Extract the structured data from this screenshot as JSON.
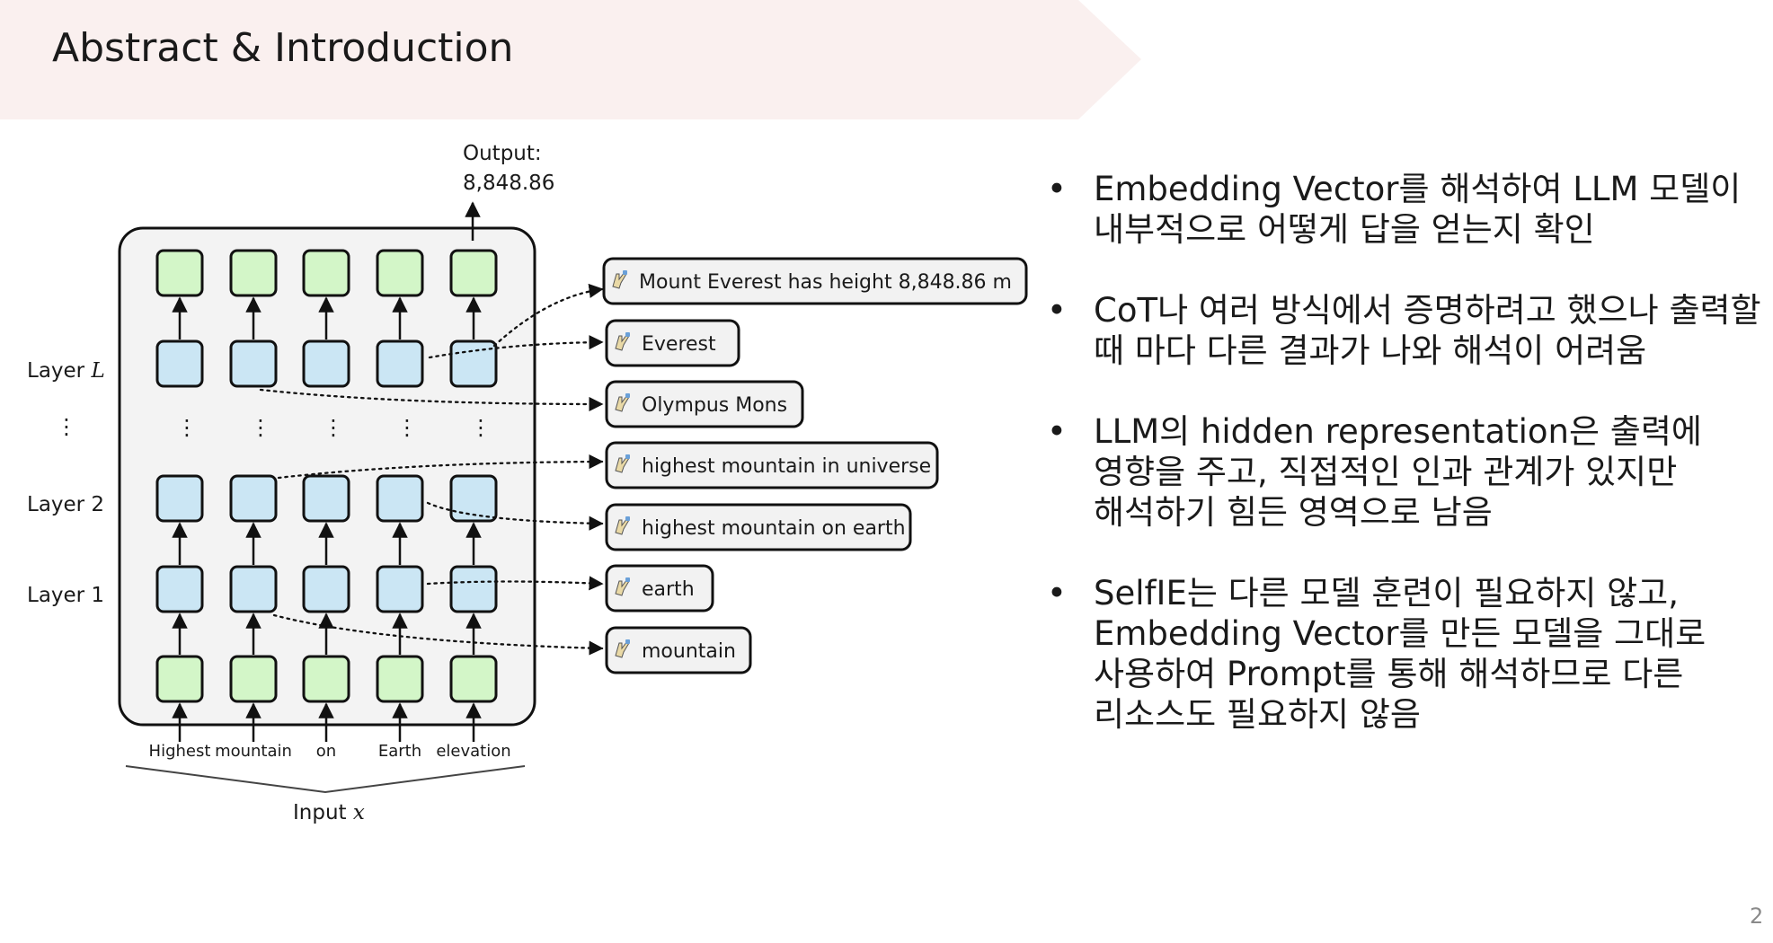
{
  "slide": {
    "title": "Abstract & Introduction",
    "page_number": "2",
    "header_color": "#faf0ef"
  },
  "diagram": {
    "output_label_line1": "Output:",
    "output_label_line2": "8,848.86",
    "layer_labels": {
      "layer_L_prefix": "Layer ",
      "layer_L_var": "L",
      "ellipsis": "⋮",
      "layer_2": "Layer 2",
      "layer_1": "Layer 1"
    },
    "input_tokens": [
      "Highest",
      "mountain",
      "on",
      "Earth",
      "elevation"
    ],
    "input_label_prefix": "Input ",
    "input_label_var": "x",
    "interpretations": [
      "Mount Everest has height 8,848.86 m",
      "Everest",
      "Olympus Mons",
      "highest mountain in universe",
      "highest mountain on earth",
      "earth",
      "mountain"
    ],
    "colors": {
      "embedding_node": "#d3f6c8",
      "hidden_node": "#cbe6f4",
      "model_box": "#f3f3f3",
      "label_box": "#f2f2f2"
    },
    "label_icon": "llama-icon"
  },
  "bullets": [
    [
      "Embedding Vector를 해석하여 LLM 모델이",
      "내부적으로 어떻게 답을 얻는지 확인"
    ],
    [
      "CoT나 여러 방식에서 증명하려고 했으나 출력할",
      "때 마다 다른 결과가 나와 해석이 어려움"
    ],
    [
      "LLM의 hidden representation은 출력에",
      "영향을 주고, 직접적인 인과 관계가 있지만",
      "해석하기 힘든 영역으로 남음"
    ],
    [
      "SelfIE는 다른 모델 훈련이 필요하지 않고,",
      "Embedding Vector를 만든 모델을 그대로",
      "사용하여 Prompt를 통해 해석하므로 다른",
      "리소스도 필요하지 않음"
    ]
  ]
}
